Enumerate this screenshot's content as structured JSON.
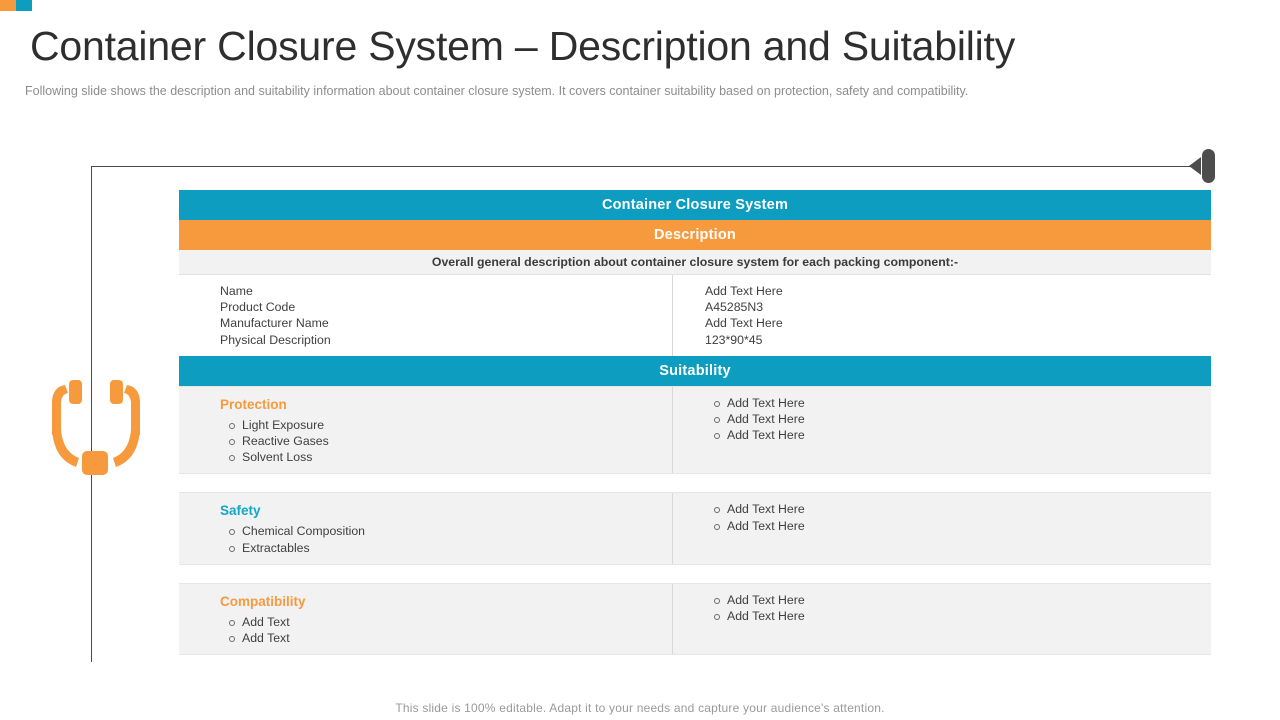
{
  "header": {
    "title": "Container Closure System – Description and Suitability",
    "subtitle": "Following slide shows the description and suitability information about container closure system. It covers container suitability based on protection, safety and compatibility."
  },
  "colors": {
    "teal": "#0d9dc0",
    "orange": "#f79a3e",
    "panel_gray": "#f2f2f2",
    "title_text": "#2e2e2e",
    "body_text": "#3f3f3f",
    "muted_text": "#9a9a9a",
    "connector": "#4a4a4a"
  },
  "table": {
    "main_header": "Container Closure System",
    "description_header": "Description",
    "description_subheader": "Overall general description about container closure system for each packing component:-",
    "description_rows": {
      "labels": [
        "Name",
        "Product Code",
        "Manufacturer  Name",
        "Physical Description"
      ],
      "values": [
        "Add Text Here",
        "A45285N3",
        "Add Text Here",
        "123*90*45"
      ]
    },
    "suitability_header": "Suitability",
    "sections": [
      {
        "title": "Protection",
        "title_color": "orange",
        "items": [
          "Light Exposure",
          "Reactive  Gases",
          "Solvent  Loss"
        ],
        "right_items": [
          "Add Text Here",
          "Add Text Here",
          "Add Text Here"
        ]
      },
      {
        "title": "Safety",
        "title_color": "teal",
        "items": [
          "Chemical  Composition",
          "Extractables"
        ],
        "right_items": [
          "Add Text Here",
          "Add Text Here"
        ]
      },
      {
        "title": "Compatibility",
        "title_color": "orange",
        "items": [
          "Add Text",
          "Add Text"
        ],
        "right_items": [
          "Add Text Here",
          "Add Text Here"
        ]
      }
    ]
  },
  "footer": {
    "note": "This slide is 100% editable. Adapt it to your needs and capture your audience's attention."
  }
}
